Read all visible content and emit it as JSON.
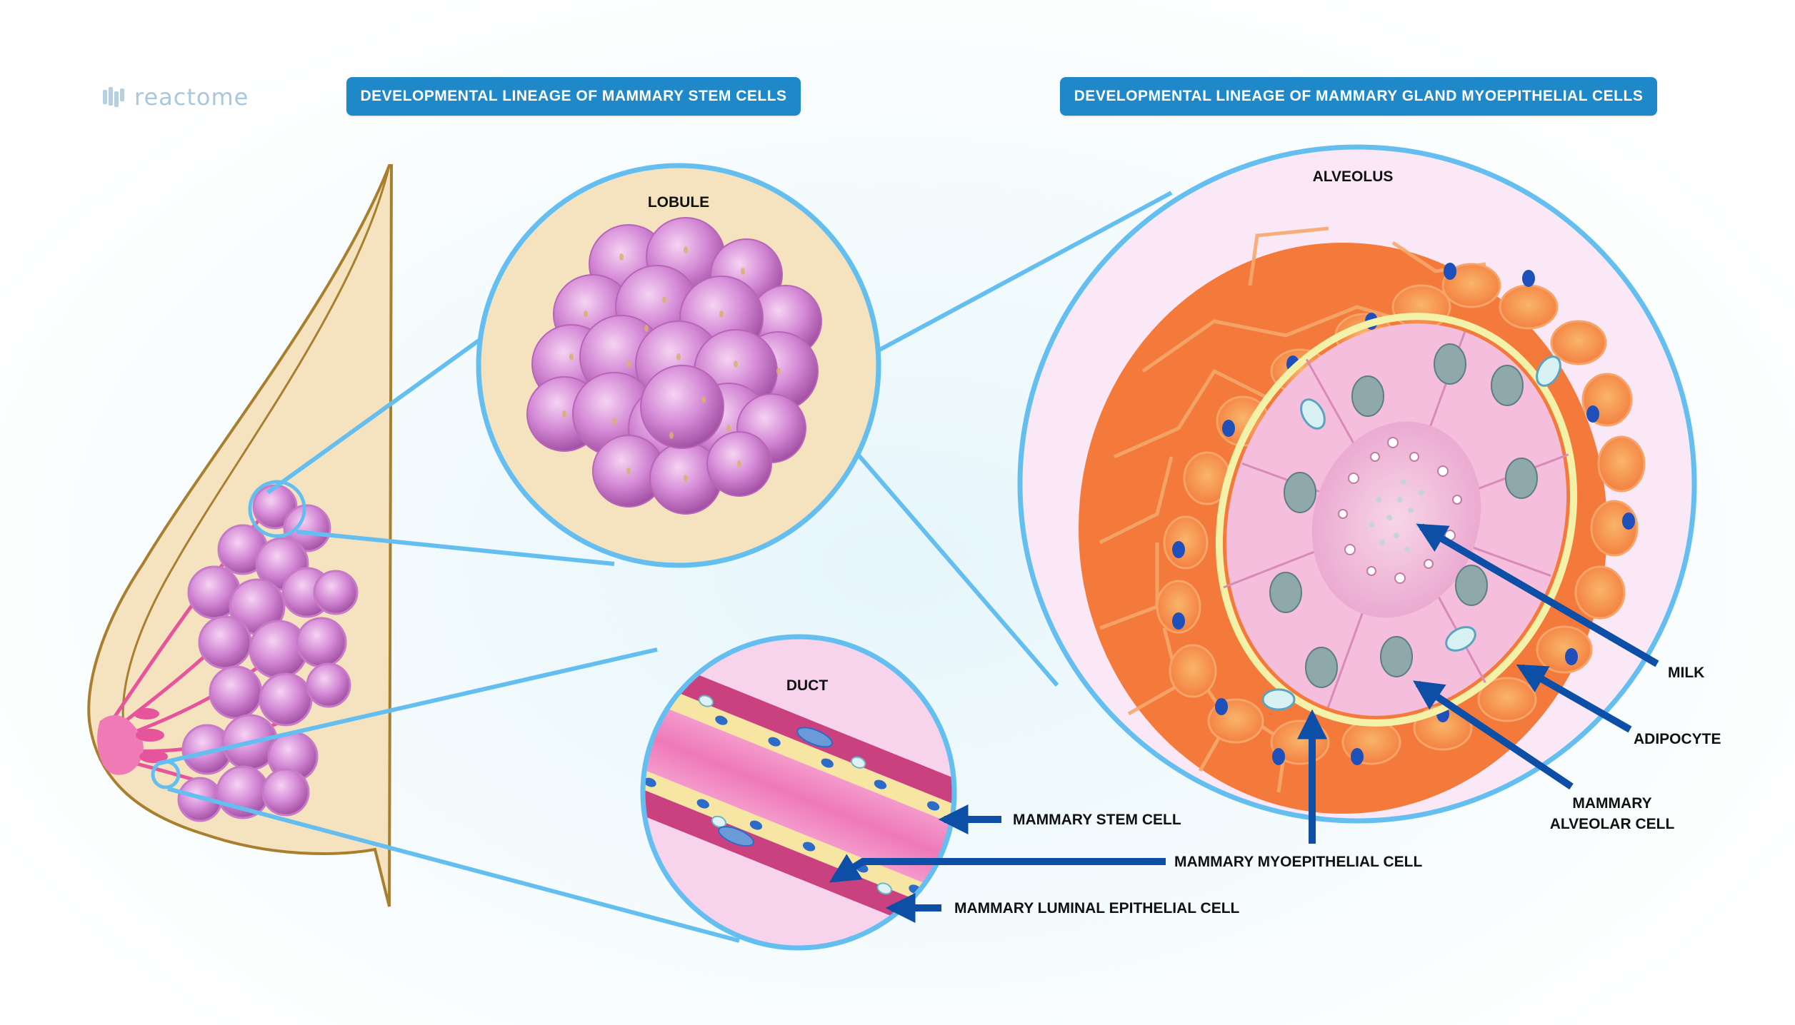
{
  "brand": {
    "logo_text": "reactome"
  },
  "headers": {
    "left": "DEVELOPMENTAL LINEAGE OF MAMMARY STEM CELLS",
    "right": "DEVELOPMENTAL LINEAGE OF MAMMARY GLAND MYOEPITHELIAL CELLS"
  },
  "panels": {
    "lobule": "LOBULE",
    "duct": "DUCT",
    "alveolus": "ALVEOLUS"
  },
  "labels": {
    "milk": "MILK",
    "adipocyte": "ADIPOCYTE",
    "alveolar_cell_line1": "MAMMARY",
    "alveolar_cell_line2": "ALVEOLAR CELL",
    "myoepithelial_cell": "MAMMARY MYOEPITHELIAL CELL",
    "stem_cell": "MAMMARY STEM CELL",
    "luminal_cell": "MAMMARY LUMINAL EPITHELIAL CELL"
  },
  "colors": {
    "header": "#1e88c8",
    "callout_ring": "#64bff0",
    "arrow": "#0d4ea6",
    "lobule_pink": "#c86fc8",
    "adipose_orange": "#f58848",
    "skin": "#f5e3c0",
    "duct_pink": "#f17ebc"
  }
}
